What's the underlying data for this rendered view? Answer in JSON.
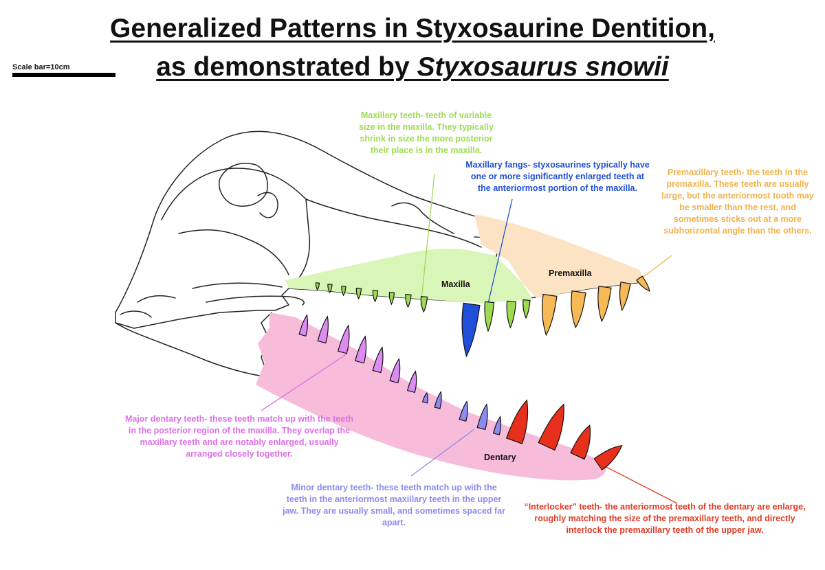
{
  "title": {
    "line1": "Generalized Patterns in Styxosaurine Dentition,",
    "line2_prefix": "as demonstrated by ",
    "line2_species": "Styxosaurus snowii"
  },
  "scale": {
    "label": "Scale bar=10cm"
  },
  "bones": {
    "maxilla": "Maxilla",
    "premaxilla": "Premaxilla",
    "dentary": "Dentary"
  },
  "notes": {
    "maxillary_teeth": "Maxillary teeth- teeth of variable size in the maxilla. They typically shrink in size the more posterior their place is in the maxilla.",
    "maxillary_fangs": "Maxillary fangs- styxosaurines typically have one or more significantly enlarged teeth at the anteriormost portion of the maxilla.",
    "premaxillary_teeth": "Premaxillary teeth- the teeth in the premaxilla. These teeth are usually large, but the anteriormost tooth may be smaller than the rest, and sometimes sticks out at a more subhorizontal angle than the others.",
    "major_dentary": "Major dentary teeth- these teeth match up with the teeth in the posterior region of the maxilla. They overlap the maxillary teeth and are notably enlarged, usually arranged closely together.",
    "minor_dentary": "Minor dentary teeth- these teeth match up with the teeth in the anteriormost maxillary teeth in the upper jaw. They are usually small, and sometimes spaced far apart.",
    "interlocker": "“Interlocker” teeth- the anteriormost teeth of the dentary are enlarge, roughly matching the size of the premaxillary teeth, and directly interlock the premaxillary teeth of the upper jaw."
  },
  "colors": {
    "maxillary_teeth": "#9fdb52",
    "maxilla_fill": "#d9f5b8",
    "maxillary_fang": "#1f4fd8",
    "premaxilla_fill": "#fbe3c4",
    "premaxillary_teeth": "#f7b955",
    "dentary_fill": "#f7bcd9",
    "major_dentary_teeth": "#dc8cf0",
    "minor_dentary_teeth": "#8b8cee",
    "interlocker_teeth": "#e6301c"
  }
}
